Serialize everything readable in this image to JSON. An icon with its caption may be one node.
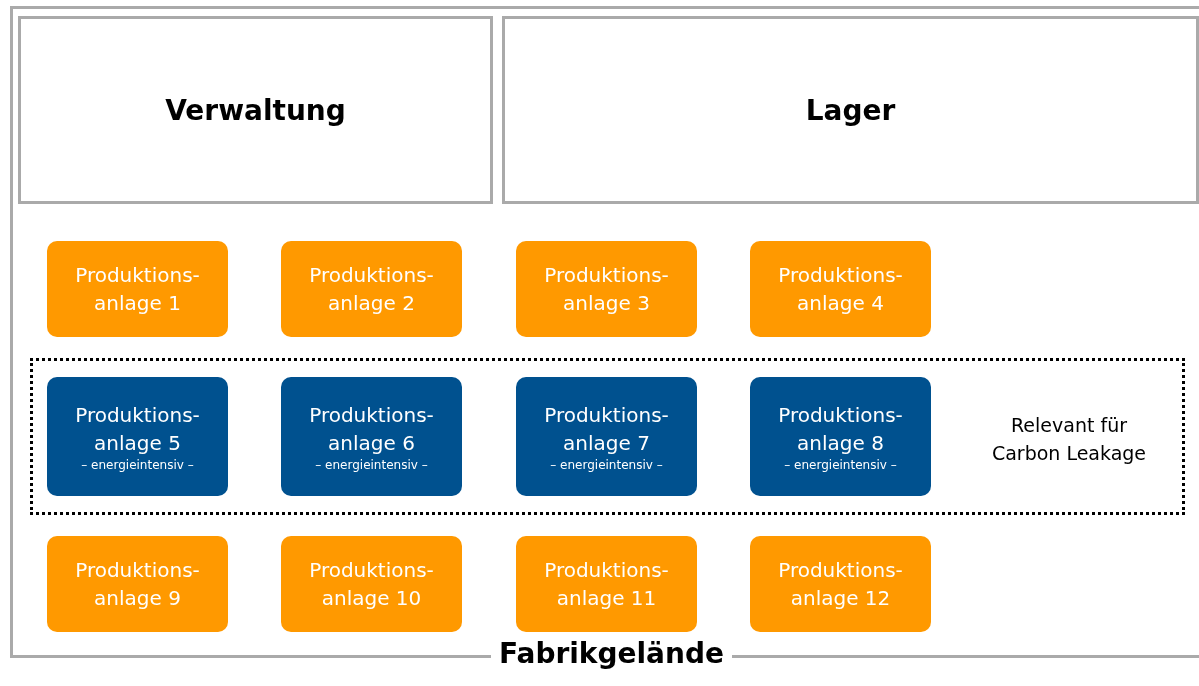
{
  "diagram": {
    "nodes": [
      {
        "text": [
          "Fabrikgelände"
        ]
      },
      {
        "text": [
          "Verwaltung"
        ],
        "in": 0
      },
      {
        "text": [
          "Lager"
        ],
        "in": 0
      },
      {
        "text": [
          "Produktions- anlage 1"
        ],
        "in": 0
      },
      {
        "text": [
          "Produktions- anlage 2"
        ],
        "in": 0
      },
      {
        "text": [
          "Produktions- anlage 3"
        ],
        "in": 0
      },
      {
        "text": [
          "Produktions- anlage 4"
        ],
        "in": 0
      },
      {
        "text": [
          "Relevant für Carbon Leakage"
        ],
        "in": 0
      },
      {
        "text": [
          "Produktions- anlage 5",
          "– energieintensiv –"
        ],
        "in": 7
      },
      {
        "text": [
          "Produktions- anlage 6",
          "– energieintensiv –"
        ],
        "in": 7
      },
      {
        "text": [
          "Produktions- anlage 7",
          "– energieintensiv –"
        ],
        "in": 7
      },
      {
        "text": [
          "Produktions- anlage 8",
          "– energieintensiv –"
        ],
        "in": 7
      },
      {
        "text": [
          "Produktions- anlage 9"
        ],
        "in": 0
      },
      {
        "text": [
          "Produktions- anlage 10"
        ],
        "in": 0
      },
      {
        "text": [
          "Produktions- anlage 11"
        ],
        "in": 0
      },
      {
        "text": [
          "Produktions- anlage 12"
        ],
        "in": 0
      }
    ]
  }
}
